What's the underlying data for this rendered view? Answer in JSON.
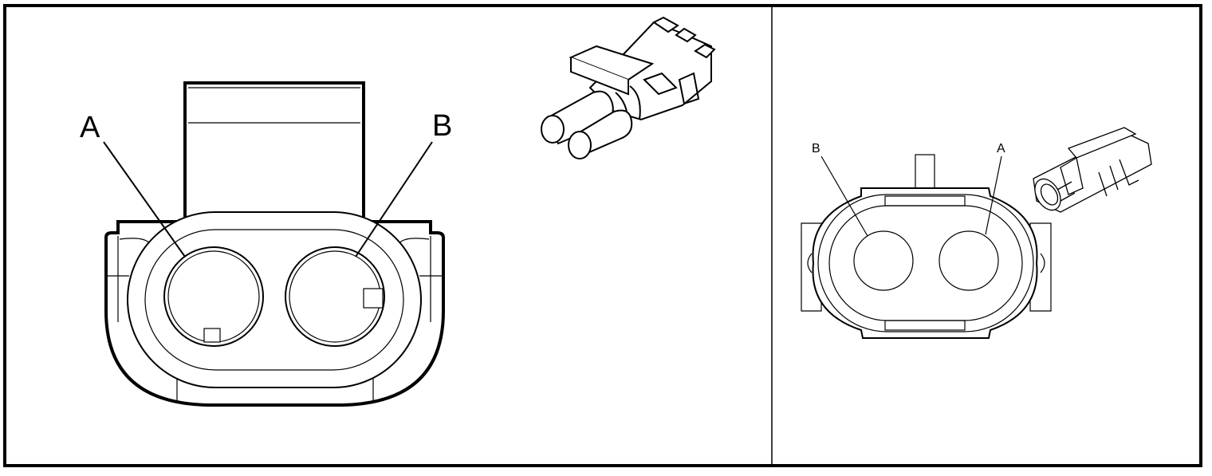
{
  "left_panel": {
    "label_a": "A",
    "label_b": "B"
  },
  "right_panel": {
    "label_a": "A",
    "label_b": "B"
  },
  "colors": {
    "line": "#000000",
    "background": "#ffffff"
  }
}
